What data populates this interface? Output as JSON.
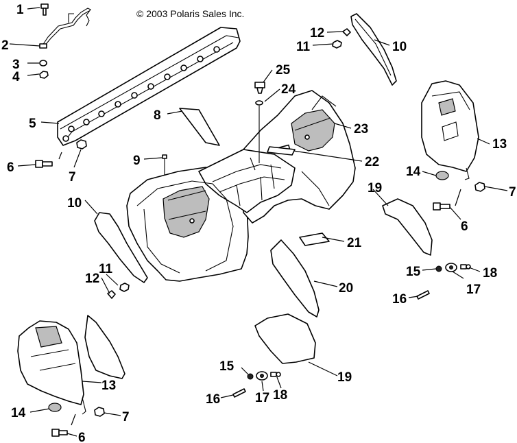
{
  "copyright": "© 2003 Polaris Sales Inc.",
  "callouts": {
    "c1": "1",
    "c2": "2",
    "c3": "3",
    "c4": "4",
    "c5": "5",
    "c6a": "6",
    "c7a": "7",
    "c8": "8",
    "c9": "9",
    "c10a": "10",
    "c11a": "11",
    "c12a": "12",
    "c25": "25",
    "c24": "24",
    "c23": "23",
    "c22": "22",
    "c12b": "12",
    "c11b": "11",
    "c10b": "10",
    "c13a": "13",
    "c14a": "14",
    "c7b": "7",
    "c6b": "6",
    "c19a": "19",
    "c21": "21",
    "c15a": "15",
    "c18a": "18",
    "c17a": "17",
    "c16a": "16",
    "c20": "20",
    "c13b": "13",
    "c14b": "14",
    "c7c": "7",
    "c6c": "6",
    "c15b": "15",
    "c16b": "16",
    "c17b": "17",
    "c18b": "18",
    "c19b": "19"
  }
}
